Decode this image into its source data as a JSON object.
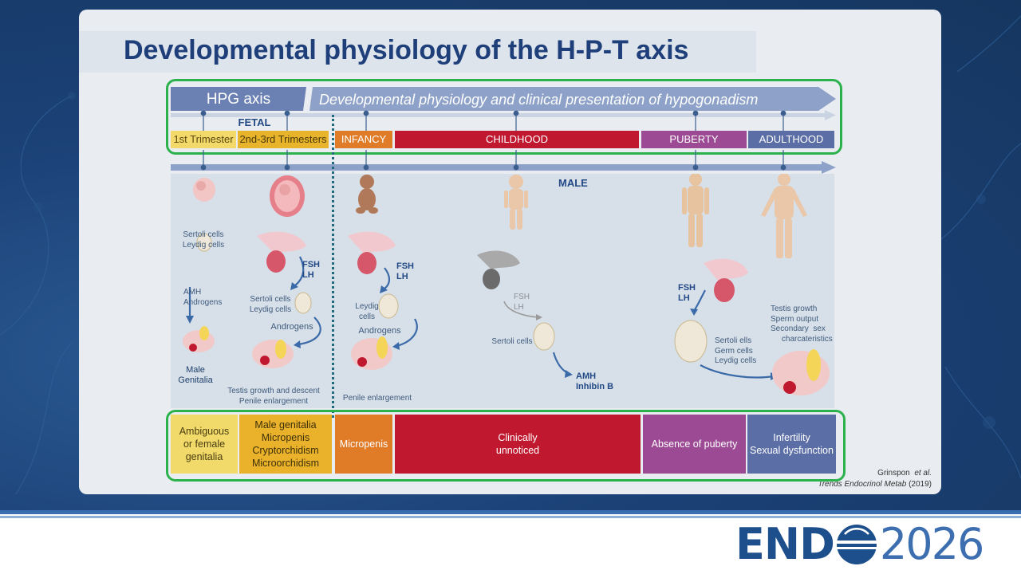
{
  "slide": {
    "title": "Developmental physiology of the H-P-T axis"
  },
  "header": {
    "hpg_label": "HPG axis",
    "physiology_label": "Developmental physiology and  clinical presentation of hypogonadism",
    "fetal_label": "FETAL",
    "male_label": "MALE"
  },
  "stages": [
    {
      "label": "1st Trimester",
      "color": "#f3d86a",
      "text_color": "#5a4a10"
    },
    {
      "label": "2nd-3rd Trimesters",
      "color": "#e7b42b",
      "text_color": "#4a3a08"
    },
    {
      "label": "INFANCY",
      "color": "#e07b28",
      "text_color": "#ffffff"
    },
    {
      "label": "CHILDHOOD",
      "color": "#c0192f",
      "text_color": "#ffffff"
    },
    {
      "label": "PUBERTY",
      "color": "#9c4a94",
      "text_color": "#ffffff"
    },
    {
      "label": "ADULTHOOD",
      "color": "#5c6ea6",
      "text_color": "#ffffff"
    }
  ],
  "annotations": {
    "first_trim_cells": "Sertoli cells\nLeydig cells",
    "first_trim_hormones": "AMH\nAndrogens",
    "first_trim_outcome": "Male\nGenitalia",
    "second_trim_fshlh": "FSH\nLH",
    "second_trim_cells": "Sertoli cells\nLeydig cells",
    "second_trim_androgens": "Androgens",
    "second_trim_outcome": "Testis growth and descent\nPenile enlargement",
    "infancy_fshlh": "FSH\nLH",
    "infancy_cells": "Leydig\ncells",
    "infancy_androgens": "Androgens",
    "infancy_outcome": "Penile enlargement",
    "childhood_fshlh": "FSH\nLH",
    "childhood_cells": "Sertoli cells",
    "childhood_hormones": "AMH\nInhibin B",
    "puberty_fshlh": "FSH\nLH",
    "puberty_cells": "Sertoli ells\nGerm cells\nLeydig cells",
    "puberty_outcome": "Testis growth\nSperm output\nSecondary  sex\n     charcateristics"
  },
  "outcomes": [
    {
      "label": "Ambiguous\nor female\ngenitalia",
      "color": "#f1d96a",
      "text_color": "#4a3d10"
    },
    {
      "label": "Male genitalia\nMicropenis\nCryptorchidism\nMicroorchidism",
      "color": "#e9b22a",
      "text_color": "#3e300a"
    },
    {
      "label": "Micropenis",
      "color": "#e07b28",
      "text_color": "#ffffff"
    },
    {
      "label": "Clinically\nunnoticed",
      "color": "#c0192f",
      "text_color": "#ffffff"
    },
    {
      "label": "Absence of puberty",
      "color": "#9c4a94",
      "text_color": "#ffffff"
    },
    {
      "label": "Infertility\nSexual dysfunction",
      "color": "#5c6ea6",
      "text_color": "#ffffff"
    }
  ],
  "citation": {
    "author": "Grinspon",
    "etal": "et al.",
    "journal": "Trends Endocrinol Metab",
    "year": "(2019)"
  },
  "logo": {
    "brand": "END",
    "year": "2026"
  },
  "colors": {
    "accent_green": "#2bb24c",
    "axis_blue": "#7d95c0",
    "title_blue": "#1e3f7a"
  }
}
